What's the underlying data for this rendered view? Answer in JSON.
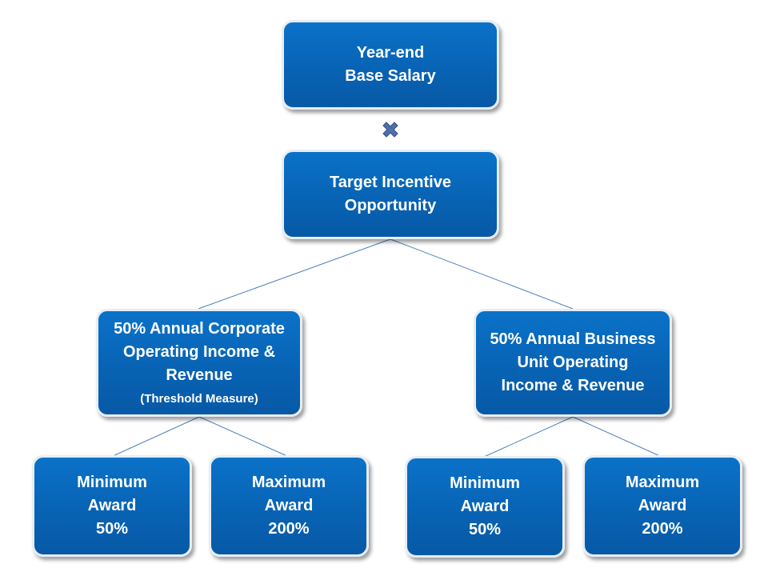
{
  "diagram": {
    "colors": {
      "box_fill": "#0864b6",
      "box_border": "#e7edf5",
      "connector": "#4f81bd",
      "operator": "#4f6fa8"
    },
    "operator_icon": "multiply-icon",
    "top": {
      "lines": [
        "Year-end",
        "Base Salary"
      ]
    },
    "target": {
      "lines": [
        "Target Incentive",
        "Opportunity"
      ]
    },
    "corporate": {
      "lines": [
        "50% Annual Corporate",
        "Operating Income &",
        "Revenue"
      ],
      "note": "(Threshold Measure)"
    },
    "business_unit": {
      "lines": [
        "50% Annual Business",
        "Unit Operating",
        "Income & Revenue"
      ]
    },
    "corporate_min": {
      "lines": [
        "Minimum",
        "Award",
        "50%"
      ]
    },
    "corporate_max": {
      "lines": [
        "Maximum",
        "Award",
        "200%"
      ]
    },
    "unit_min": {
      "lines": [
        "Minimum",
        "Award",
        "50%"
      ]
    },
    "unit_max": {
      "lines": [
        "Maximum",
        "Award",
        "200%"
      ]
    }
  }
}
